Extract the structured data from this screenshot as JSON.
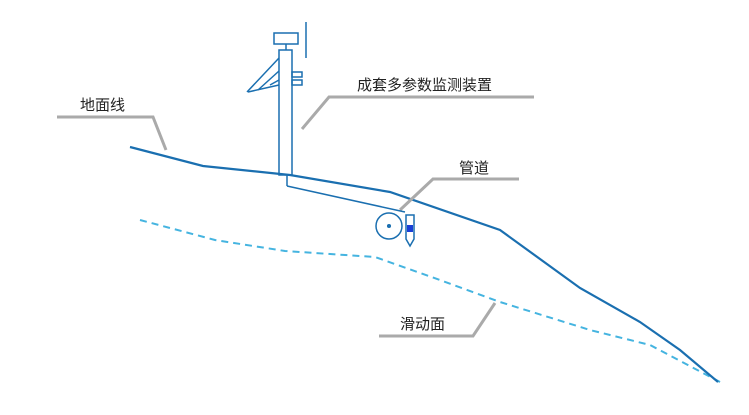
{
  "labels": {
    "ground_line": "地面线",
    "monitoring_device": "成套多参数监测装置",
    "pipeline": "管道",
    "sliding_surface": "滑动面"
  },
  "colors": {
    "ground": "#1a6fb0",
    "sliding_surface": "#45b4e0",
    "leader": "#aaaaaa",
    "equipment": "#1a6fb0",
    "marker": "#1a3fd6"
  }
}
